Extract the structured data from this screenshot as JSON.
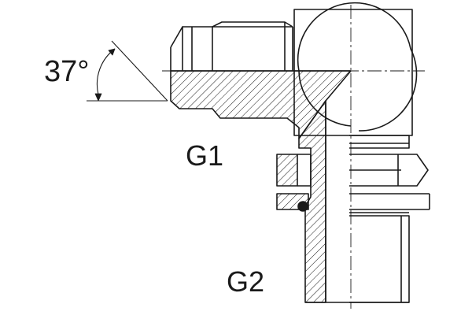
{
  "labels": {
    "angle": "37°",
    "g1": "G1",
    "g2": "G2"
  },
  "colors": {
    "stroke": "#1a1a1a",
    "background": "#ffffff",
    "centerline": "#1a1a1a"
  }
}
